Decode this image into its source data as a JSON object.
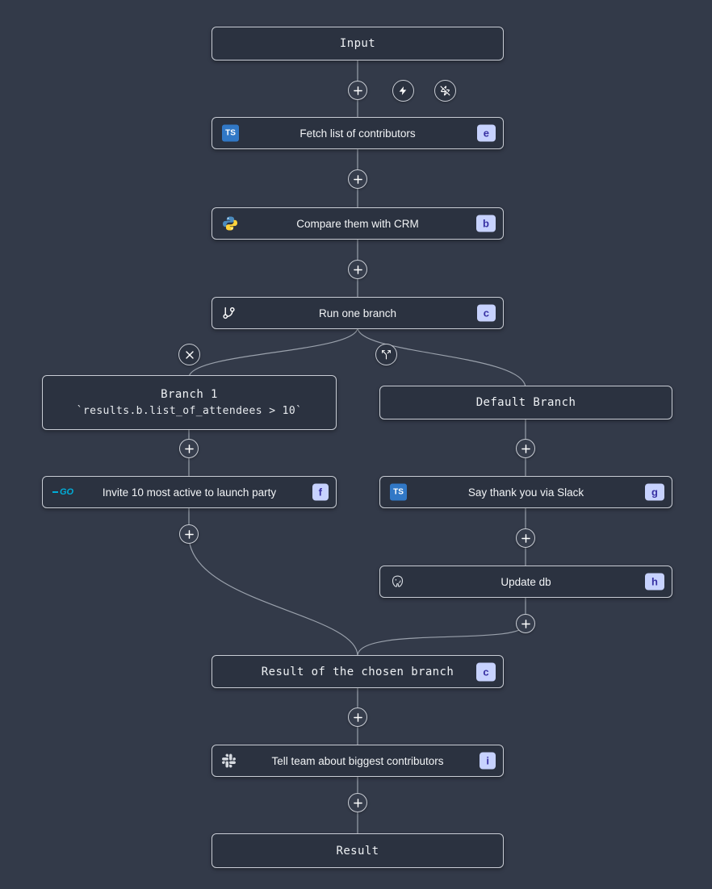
{
  "colors": {
    "canvas_bg": "#333a49",
    "node_bg": "#2b3240",
    "node_border": "#c9cdd5",
    "connector": "#9aa1ac",
    "badge_bg": "#c7d2fe",
    "badge_text": "#3730a3",
    "typescript_blue": "#3178c6",
    "go_cyan": "#00ADD8",
    "python_blue": "#4B8BBE",
    "python_yellow": "#FFD43B",
    "icon_light": "#d5d9df"
  },
  "icons": {
    "typescript": "TS",
    "go": "GO"
  },
  "flow": {
    "input": {
      "label": "Input"
    },
    "steps": {
      "fetch": {
        "label": "Fetch list of contributors",
        "badge": "e",
        "language": "typescript"
      },
      "compare": {
        "label": "Compare them with CRM",
        "badge": "b",
        "language": "python"
      },
      "run_one_branch": {
        "label": "Run one branch",
        "badge": "c",
        "language": "branch"
      },
      "invite": {
        "label": "Invite 10 most active to launch party",
        "badge": "f",
        "language": "go"
      },
      "say_thanks": {
        "label": "Say thank you via Slack",
        "badge": "g",
        "language": "typescript"
      },
      "update_db": {
        "label": "Update db",
        "badge": "h",
        "language": "postgresql"
      },
      "tell_team": {
        "label": "Tell team about biggest contributors",
        "badge": "i",
        "language": "slack"
      }
    },
    "branches": {
      "branch1": {
        "title": "Branch 1",
        "condition": "`results.b.list_of_attendees > 10`"
      },
      "default": {
        "title": "Default Branch"
      }
    },
    "result_of_branch": {
      "label": "Result of the chosen branch",
      "badge": "c"
    },
    "result": {
      "label": "Result"
    }
  }
}
